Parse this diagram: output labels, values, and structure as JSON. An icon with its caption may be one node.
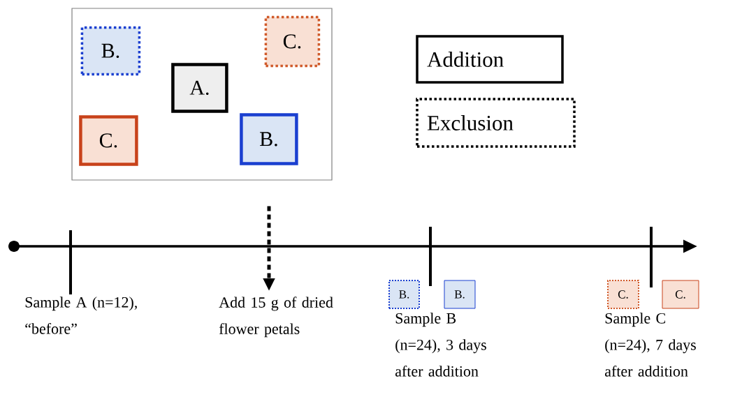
{
  "diagram": {
    "nodes": [
      {
        "text": [],
        "shape": "box"
      },
      {
        "text": [
          "B."
        ],
        "in": 0
      },
      {
        "text": [
          "C."
        ],
        "in": 0
      },
      {
        "text": [
          "A."
        ],
        "in": 0
      },
      {
        "text": [
          "C."
        ],
        "in": 0
      },
      {
        "text": [
          "B."
        ],
        "in": 0
      },
      {
        "text": [
          "Add 15 g of dried flower petals"
        ]
      },
      {
        "text": [
          "B."
        ]
      },
      {
        "text": [
          "B."
        ]
      },
      {
        "text": [
          "C."
        ]
      },
      {
        "text": [
          "C."
        ]
      }
    ],
    "edges": [
      {
        "from": 0,
        "to": 6,
        "arrow": "to",
        "style": "dashed"
      }
    ],
    "labels": [
      "Sample A (n=12), “before”",
      "Sample B (n=24), 3 days after addition",
      "Sample C (n=24), 7 days after addition"
    ],
    "legend": [
      {
        "text": "Addition"
      },
      {
        "text": "Exclusion"
      }
    ]
  }
}
